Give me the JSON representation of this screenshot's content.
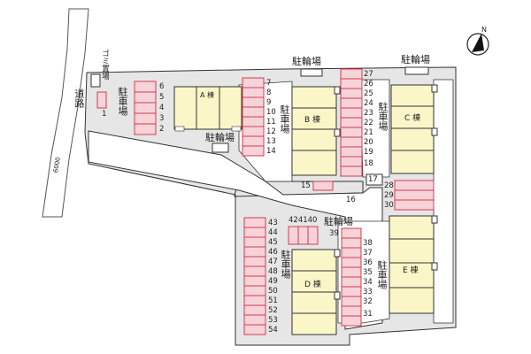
{
  "labels": {
    "road": "道路",
    "road_width": "6000",
    "garbage": "ゴミ置場",
    "parking": "駐車場",
    "bike": "駐輪場",
    "bldg_a": "A 棟",
    "bldg_b": "B 棟",
    "bldg_c": "C 棟",
    "bldg_d": "D 棟",
    "bldg_e": "E 棟",
    "north": "N"
  },
  "slots": {
    "s1": "1",
    "s2": "2",
    "s3": "3",
    "s4": "4",
    "s5": "5",
    "s6": "6",
    "s7": "7",
    "s8": "8",
    "s9": "9",
    "s10": "10",
    "s11": "11",
    "s12": "12",
    "s13": "13",
    "s14": "14",
    "s15": "15",
    "s16": "16",
    "s17": "17",
    "s18": "18",
    "s19": "19",
    "s20": "20",
    "s21": "21",
    "s22": "22",
    "s23": "23",
    "s24": "24",
    "s25": "25",
    "s26": "26",
    "s27": "27",
    "s28": "28",
    "s29": "29",
    "s30": "30",
    "s31": "31",
    "s32": "32",
    "s33": "33",
    "s34": "34",
    "s35": "35",
    "s36": "36",
    "s37": "37",
    "s38": "38",
    "s39": "39",
    "s40_42": "424140",
    "s43": "43",
    "s44": "44",
    "s45": "45",
    "s46": "46",
    "s47": "47",
    "s48": "48",
    "s49": "49",
    "s50": "50",
    "s51": "51",
    "s52": "52",
    "s53": "53",
    "s54": "54"
  },
  "colors": {
    "lot": "#e6e6e6",
    "parking_fill": "#f7d3d9",
    "parking_stroke": "#d23c50",
    "building": "#fbf6c8",
    "outline": "#333333"
  }
}
